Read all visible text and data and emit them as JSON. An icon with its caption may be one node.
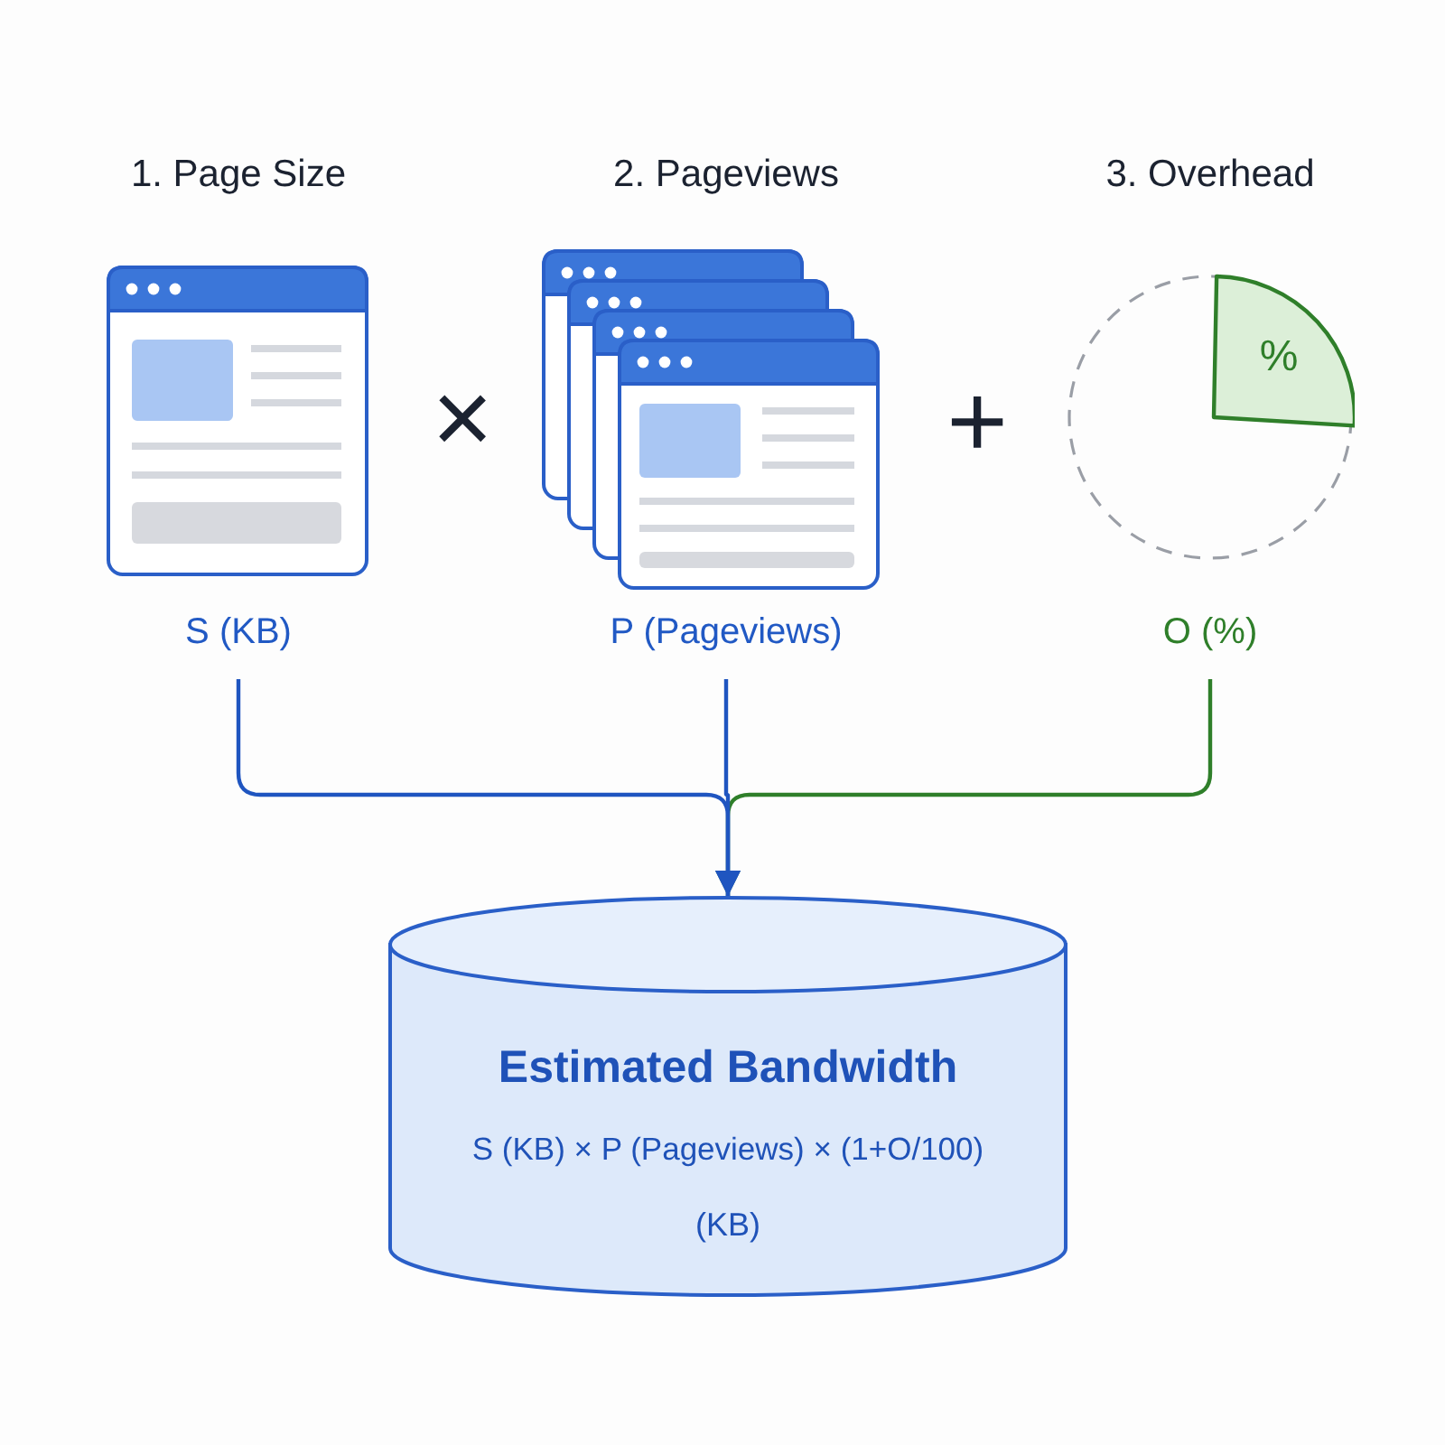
{
  "diagram": {
    "nodes": [
      {
        "text": [
          "1. Page Size",
          "S (KB)"
        ]
      },
      {
        "text": [
          "2. Pageviews",
          "P (Pageviews)"
        ]
      },
      {
        "text": [
          "3. Overhead",
          "%",
          "O (%)"
        ]
      },
      {
        "text": [
          "Estimated Bandwidth",
          "S (KB) × P (Pageviews) × (1+O/100)",
          "(KB)"
        ]
      }
    ],
    "edges": [
      {
        "from": 0,
        "to": 3,
        "arrow": "to"
      },
      {
        "from": 1,
        "to": 3,
        "arrow": "to"
      },
      {
        "from": 2,
        "to": 3,
        "arrow": "to",
        "color": "#2f7f2a"
      }
    ],
    "labels": [
      "×",
      "+"
    ]
  }
}
